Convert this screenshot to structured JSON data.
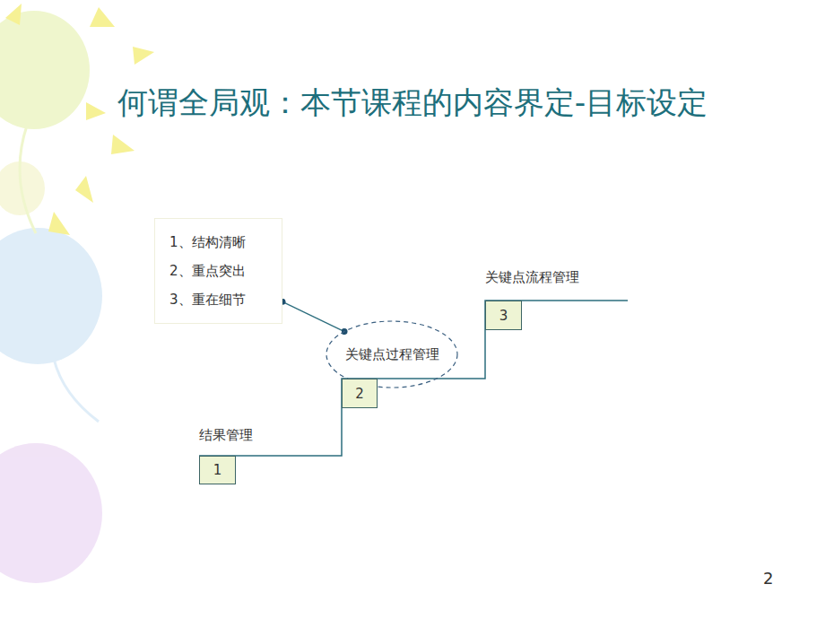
{
  "diagram": {
    "title": "何谓全局观：本节课程的内容界定-目标设定",
    "nodes": [
      {
        "text": [
          "1、结构清晰",
          "2、重点突出",
          "3、重在细节"
        ]
      },
      {
        "text": [
          "关键点过程管理"
        ]
      },
      {
        "text": [
          "1"
        ]
      },
      {
        "text": [
          "2"
        ]
      },
      {
        "text": [
          "3"
        ]
      }
    ],
    "edges": [
      {
        "from": 0,
        "to": 1,
        "arrow": "none"
      }
    ],
    "labels": [
      "结果管理",
      "关键点流程管理",
      "2"
    ]
  }
}
